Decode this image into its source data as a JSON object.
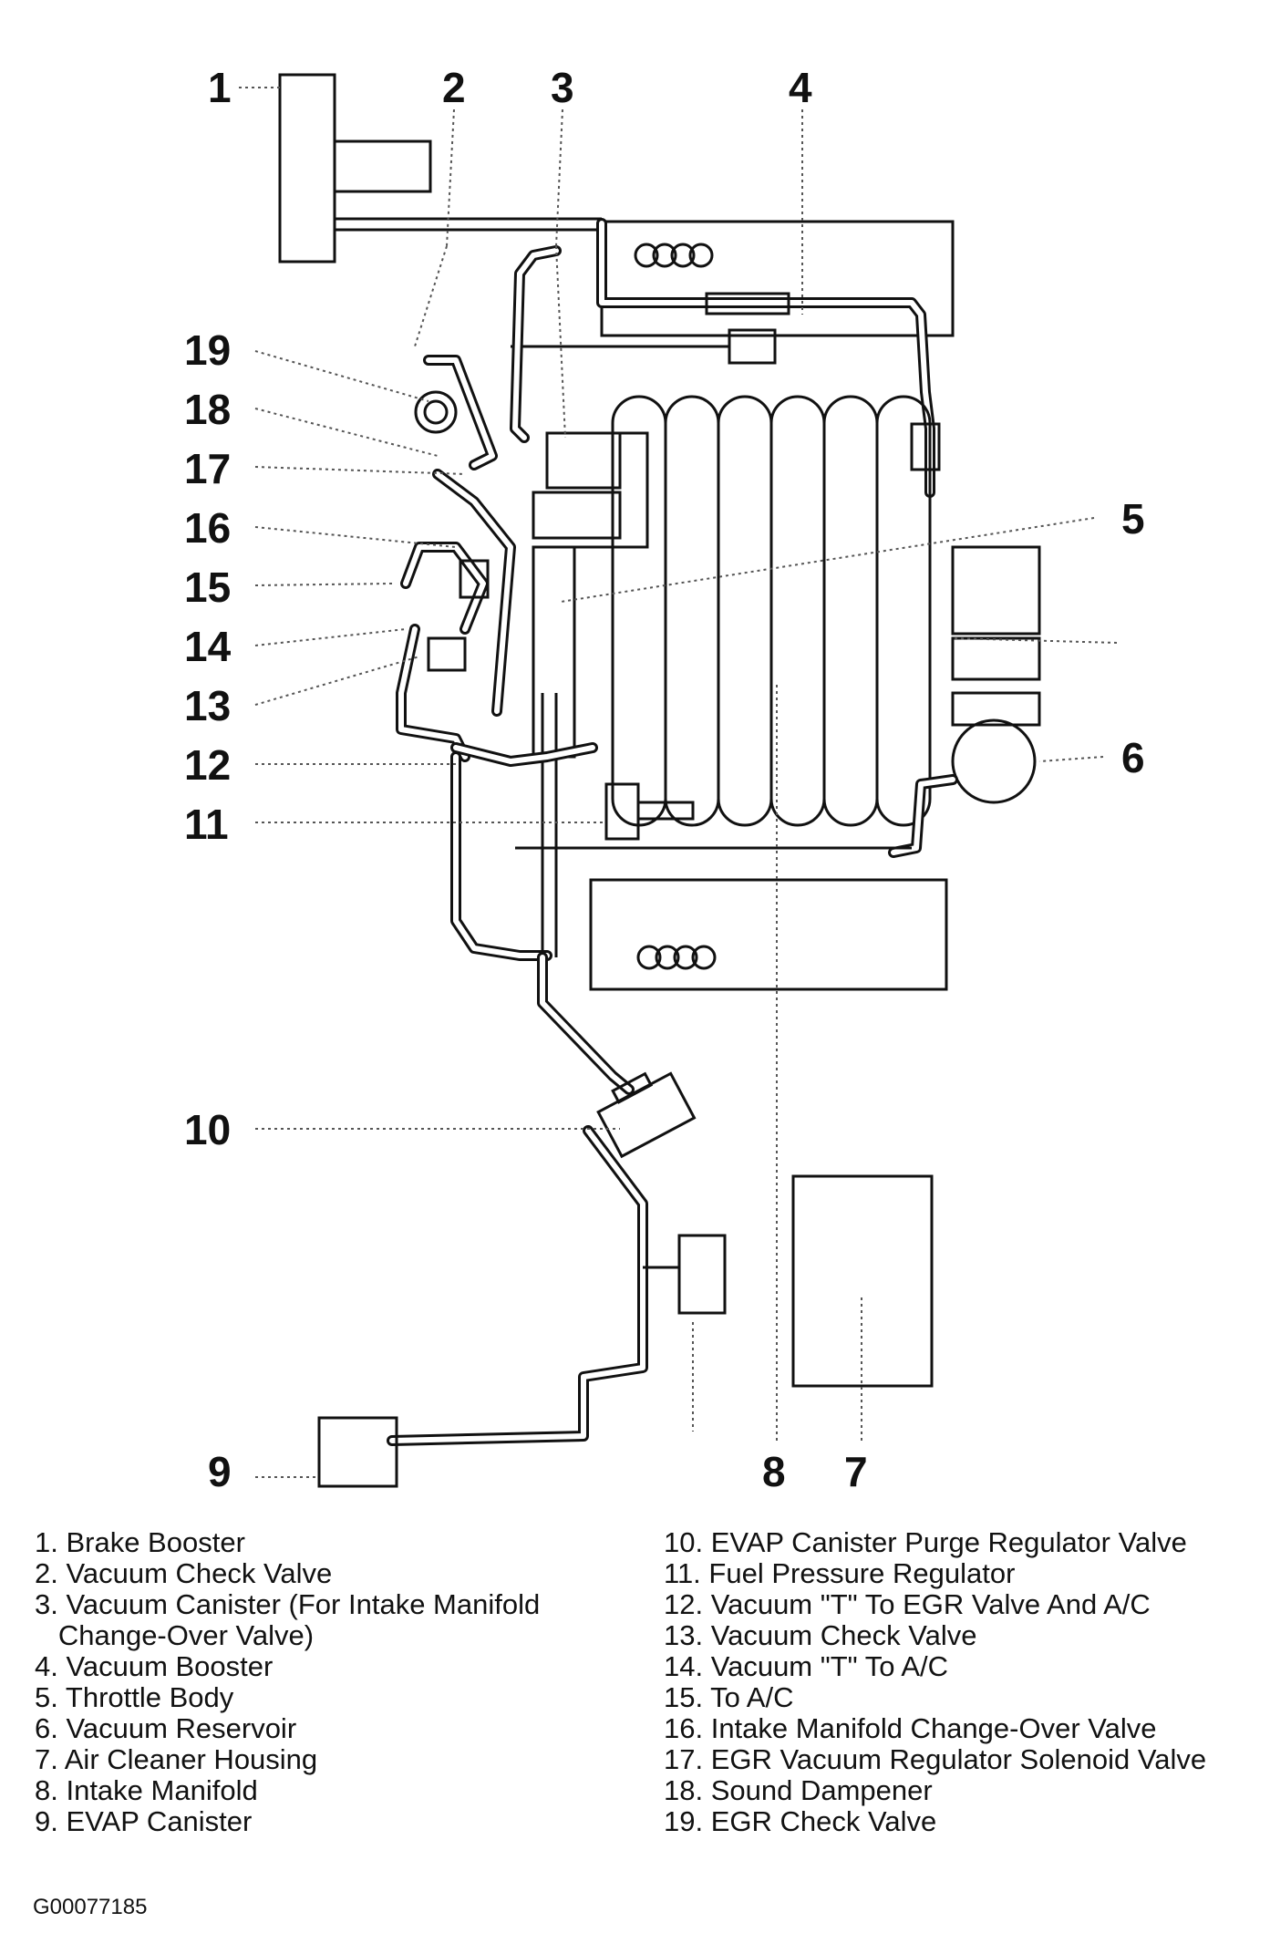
{
  "callouts": {
    "c1": "1",
    "c2": "2",
    "c3": "3",
    "c4": "4",
    "c5": "5",
    "c6": "6",
    "c7": "7",
    "c8": "8",
    "c9": "9",
    "c10": "10",
    "c11": "11",
    "c12": "12",
    "c13": "13",
    "c14": "14",
    "c15": "15",
    "c16": "16",
    "c17": "17",
    "c18": "18",
    "c19": "19"
  },
  "legend_left": [
    "1. Brake Booster",
    "2. Vacuum Check Valve",
    "3. Vacuum Canister (For Intake Manifold",
    "   Change-Over Valve)",
    "4. Vacuum Booster",
    "5. Throttle Body",
    "6. Vacuum Reservoir",
    "7. Air Cleaner Housing",
    "8. Intake Manifold",
    "9. EVAP Canister"
  ],
  "legend_right": [
    "10. EVAP Canister Purge Regulator Valve",
    "11. Fuel Pressure Regulator",
    "12. Vacuum \"T\" To EGR Valve And A/C",
    "13. Vacuum Check Valve",
    "14. Vacuum \"T\" To A/C",
    "15. To A/C",
    "16. Intake Manifold Change-Over Valve",
    "17. EGR Vacuum Regulator Solenoid Valve",
    "18. Sound Dampener",
    "19. EGR Check Valve"
  ],
  "figure_id": "G00077185"
}
